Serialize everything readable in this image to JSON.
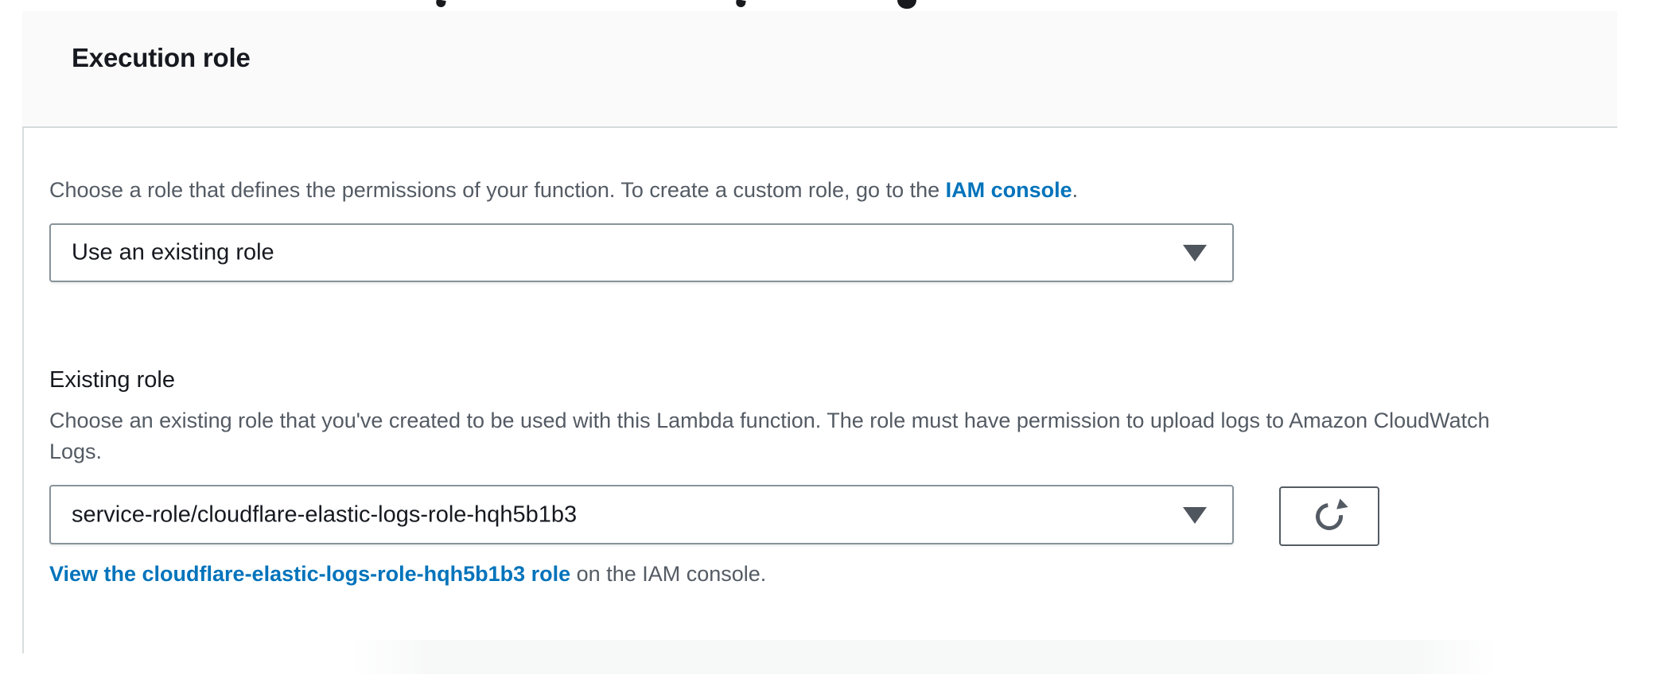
{
  "section": {
    "title": "Execution role",
    "role_source": {
      "help_prefix": "Choose a role that defines the permissions of your function. To create a custom role, go to the ",
      "help_link": "IAM console",
      "help_suffix": ".",
      "selected": "Use an existing role"
    },
    "existing_role": {
      "label": "Existing role",
      "help": "Choose an existing role that you've created to be used with this Lambda function. The role must have permission to upload logs to Amazon CloudWatch Logs.",
      "selected": "service-role/cloudflare-elastic-logs-role-hqh5b1b3",
      "view_link": "View the cloudflare-elastic-logs-role-hqh5b1b3 role",
      "view_suffix": " on the IAM console."
    }
  },
  "icons": {
    "select_caret": "caret-down-icon",
    "refresh": "refresh-icon"
  },
  "colors": {
    "link_blue": "#0073bb",
    "heading_text": "#16191f",
    "body_text": "#545b64",
    "select_border": "#87939a",
    "button_border": "#545b64",
    "header_background": "#fafafa",
    "divider": "#d5dbdb"
  }
}
